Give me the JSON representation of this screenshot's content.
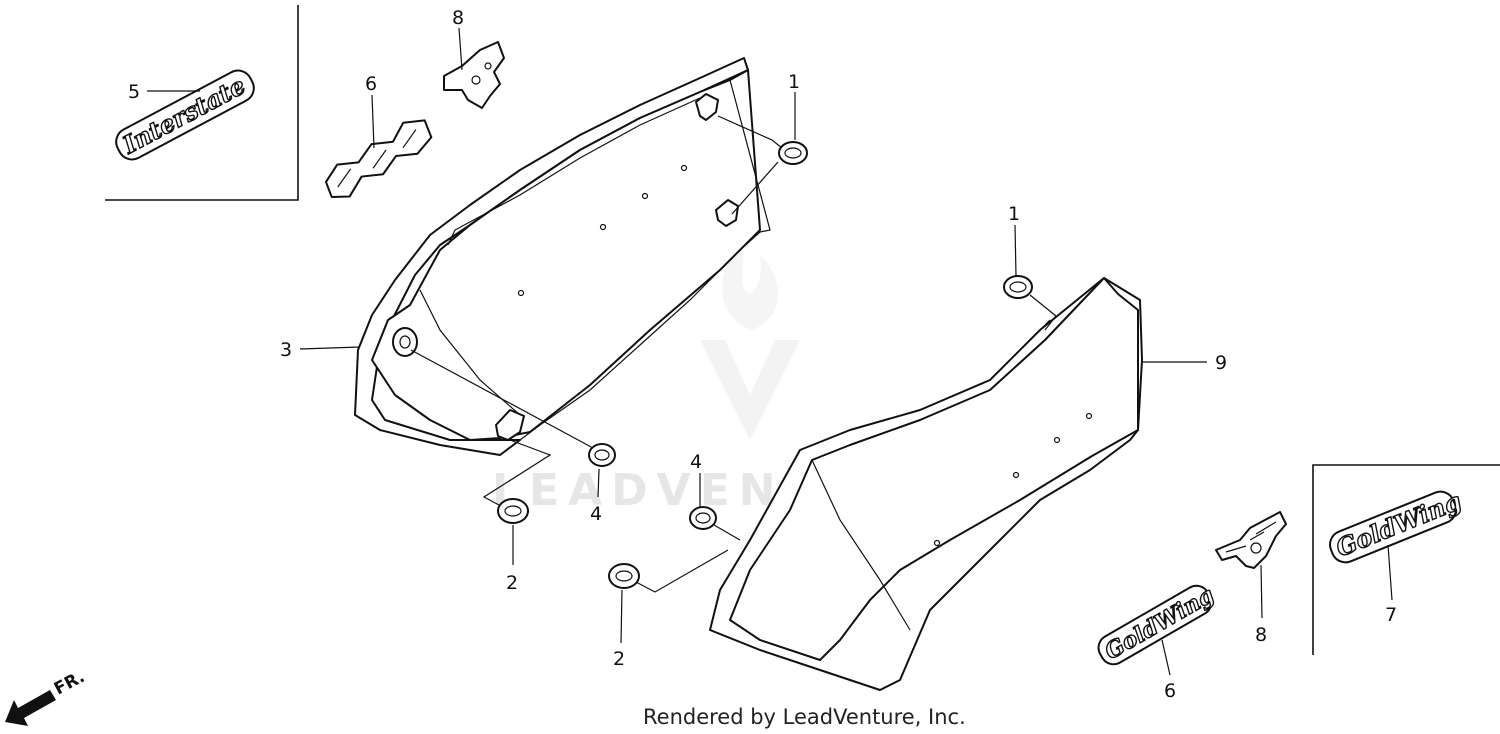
{
  "callouts": {
    "c1a": "1",
    "c1b": "1",
    "c2a": "2",
    "c2b": "2",
    "c3": "3",
    "c4a": "4",
    "c4b": "4",
    "c5": "5",
    "c6a": "6",
    "c6b": "6",
    "c7": "7",
    "c8a": "8",
    "c8b": "8",
    "c9": "9"
  },
  "watermark": "LEADVENTURE",
  "direction_label": "FR.",
  "footer": "Rendered by LeadVenture, Inc."
}
